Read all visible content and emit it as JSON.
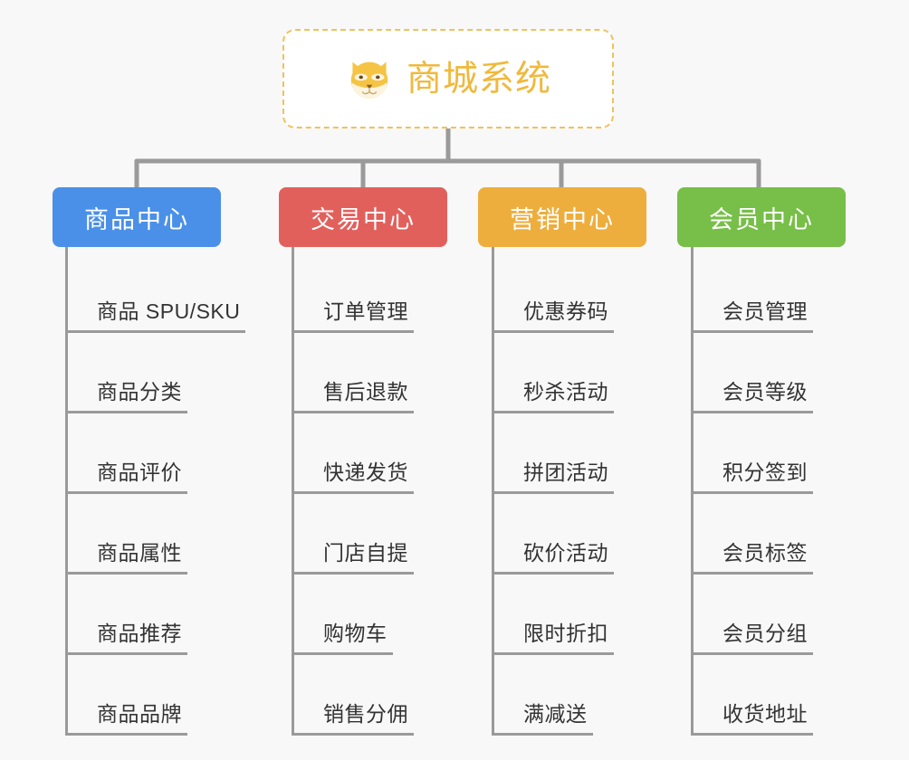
{
  "root": {
    "icon": "shiba-dog-face-icon",
    "title": "商城系统"
  },
  "colors": {
    "background": "#f8f8f8",
    "root_border": "#f0c15c",
    "root_text": "#f0b93c",
    "connector": "#9a9a9a",
    "leaf_text": "#333333",
    "branch_product": "#4a90e8",
    "branch_trade": "#e2605c",
    "branch_marketing": "#edae3d",
    "branch_member": "#77bf48"
  },
  "branches": [
    {
      "label": "商品中心",
      "color": "#4a90e8",
      "leaves": [
        {
          "label": "商品 SPU/SKU"
        },
        {
          "label": "商品分类"
        },
        {
          "label": "商品评价"
        },
        {
          "label": "商品属性"
        },
        {
          "label": "商品推荐"
        },
        {
          "label": "商品品牌"
        }
      ]
    },
    {
      "label": "交易中心",
      "color": "#e2605c",
      "leaves": [
        {
          "label": "订单管理"
        },
        {
          "label": "售后退款"
        },
        {
          "label": "快递发货"
        },
        {
          "label": "门店自提"
        },
        {
          "label": "购物车"
        },
        {
          "label": "销售分佣"
        }
      ]
    },
    {
      "label": "营销中心",
      "color": "#edae3d",
      "leaves": [
        {
          "label": "优惠券码"
        },
        {
          "label": "秒杀活动"
        },
        {
          "label": "拼团活动"
        },
        {
          "label": "砍价活动"
        },
        {
          "label": "限时折扣"
        },
        {
          "label": "满减送"
        }
      ]
    },
    {
      "label": "会员中心",
      "color": "#77bf48",
      "leaves": [
        {
          "label": "会员管理"
        },
        {
          "label": "会员等级"
        },
        {
          "label": "积分签到"
        },
        {
          "label": "会员标签"
        },
        {
          "label": "会员分组"
        },
        {
          "label": "收货地址"
        }
      ]
    }
  ]
}
